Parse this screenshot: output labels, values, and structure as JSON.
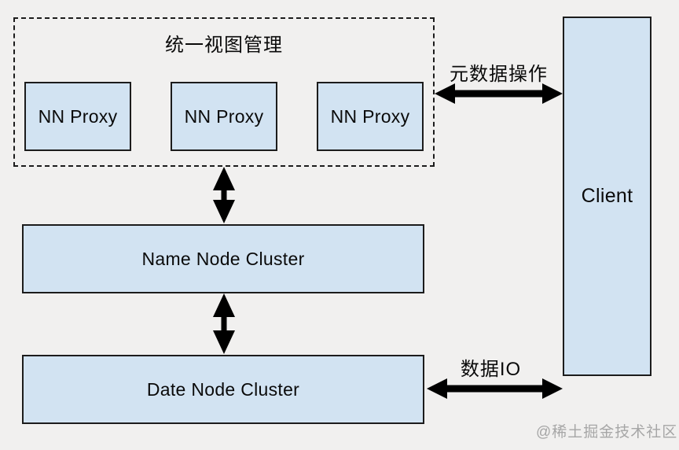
{
  "canvas": {
    "background_color": "#f1f0ef",
    "box_fill_color": "#d2e3f2",
    "box_border_color": "#1c1c1c",
    "arrow_color": "#000000",
    "watermark_color": "#a6a6a6"
  },
  "unified_view_group": {
    "title": "统一视图管理",
    "nn_proxies": [
      "NN Proxy",
      "NN Proxy",
      "NN Proxy"
    ]
  },
  "nodes": {
    "name_node_cluster": "Name Node Cluster",
    "data_node_cluster": "Date Node Cluster",
    "client": "Client"
  },
  "edges": {
    "metadata_ops": "元数据操作",
    "data_io": "数据IO"
  },
  "watermark": "@稀土掘金技术社区"
}
